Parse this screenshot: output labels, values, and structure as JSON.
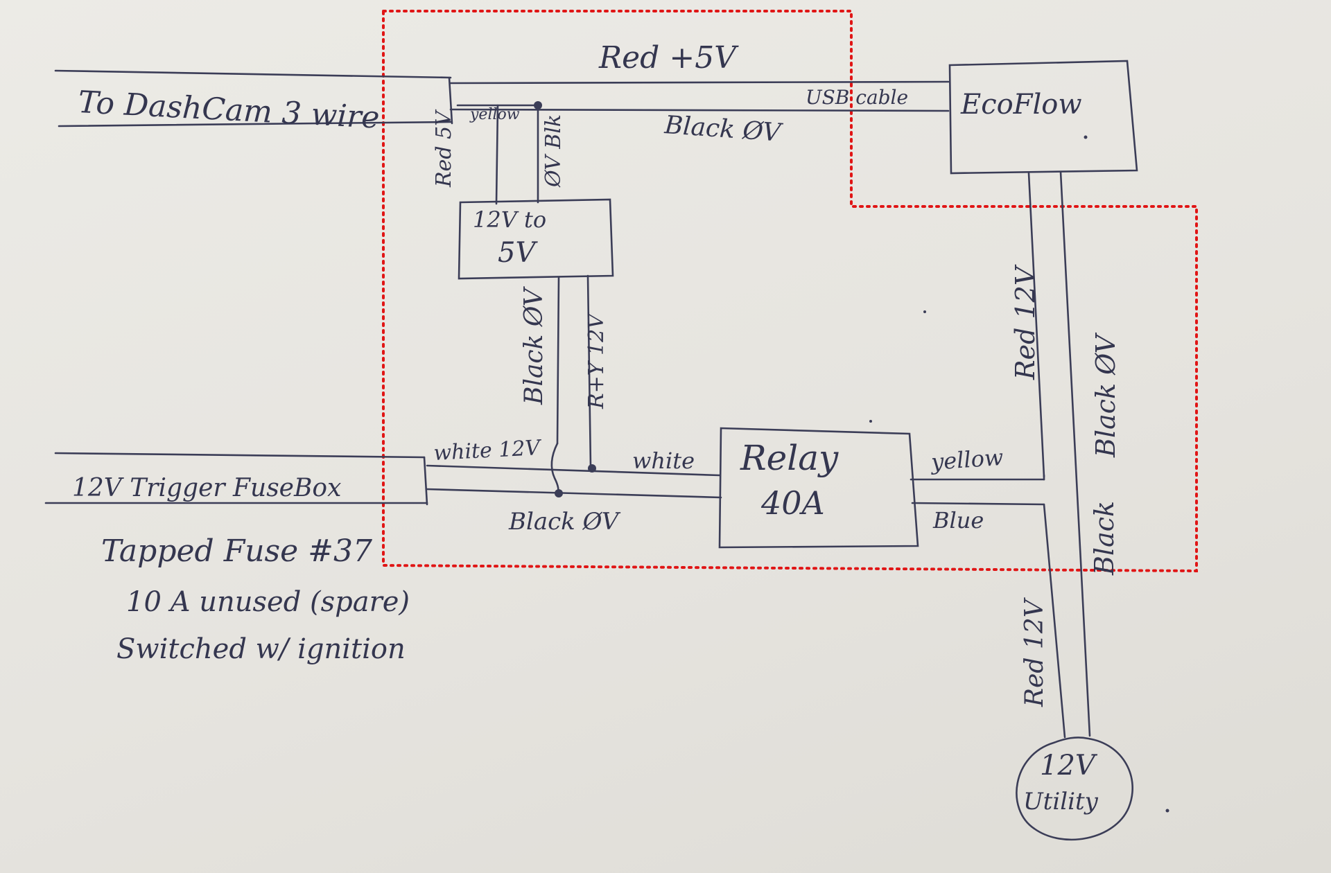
{
  "labels": {
    "red_5v_top": "Red +5V",
    "to_dashcam": "To DashCam 3 wire",
    "yellow_small": "yellow",
    "usb_cable": "USB cable",
    "black_0v_top": "Black ØV",
    "ecoflow": "EcoFlow",
    "red_5v_vertical": "Red 5V",
    "zero_v_blk": "ØV Blk",
    "converter_line1": "12V to",
    "converter_line2": "5V",
    "black_0v_vertical": "Black ØV",
    "r_y_12v": "R+Y 12V",
    "red_12v_right": "Red 12V",
    "black_0v_right": "Black ØV",
    "white_12v": "white 12V",
    "white": "white",
    "relay_line1": "Relay",
    "relay_line2": "40A",
    "yellow_right": "yellow",
    "trigger_fusebox": "12V Trigger FuseBox",
    "black_0v_bottom": "Black ØV",
    "blue": "Blue",
    "black_vertical_low": "Black",
    "red_12v_low": "Red 12V",
    "note_line1": "Tapped Fuse #37",
    "note_line2": "10 A unused (spare)",
    "note_line3": "Switched w/ ignition",
    "utility_line1": "12V",
    "utility_line2": "Utility"
  },
  "colors": {
    "ink": "#3b3d57",
    "boundary": "#e01515",
    "paper": "#e8e6e1"
  }
}
